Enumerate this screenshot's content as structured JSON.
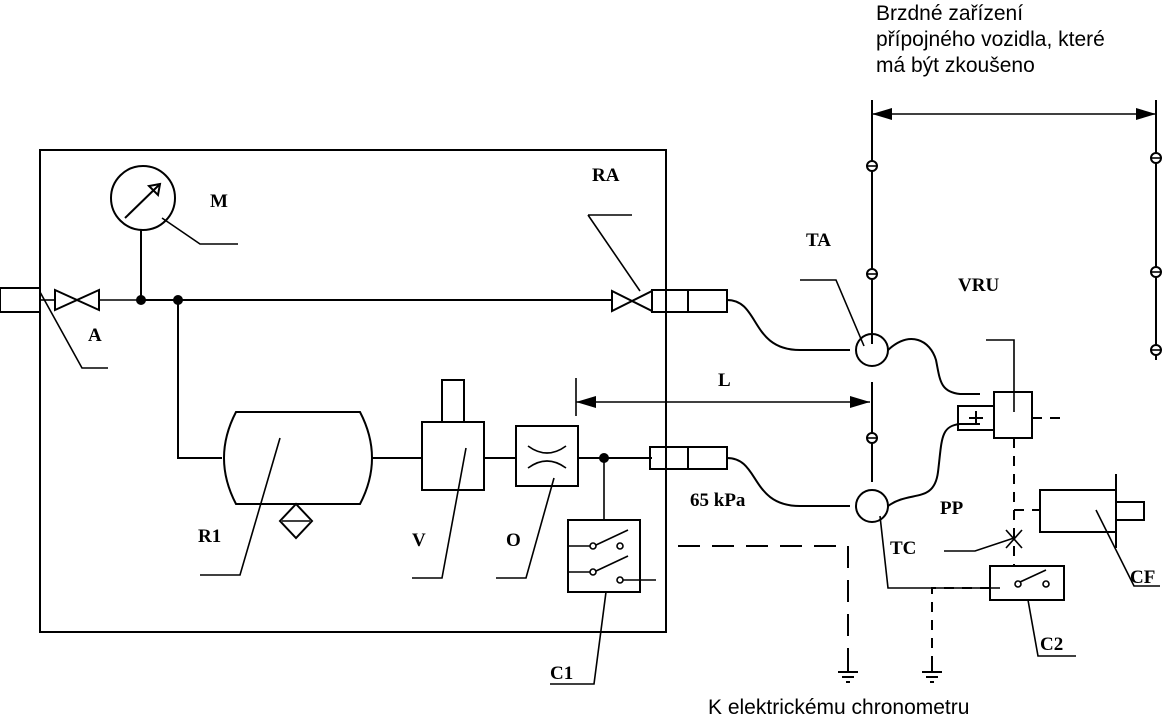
{
  "labels": {
    "M": "M",
    "RA": "RA",
    "TA": "TA",
    "VRU": "VRU",
    "A": "A",
    "L": "L",
    "pressure": "65 kPa",
    "PP": "PP",
    "TC": "TC",
    "R1": "R1",
    "V": "V",
    "O": "O",
    "CF": "CF",
    "C1": "C1",
    "C2": "C2"
  },
  "captions": {
    "trailer_line1": "Brzdné zařízení",
    "trailer_line2": "přípojného vozidla, které",
    "trailer_line3": "má být zkoušeno",
    "chronometer": "K elektrickému chronometru"
  }
}
